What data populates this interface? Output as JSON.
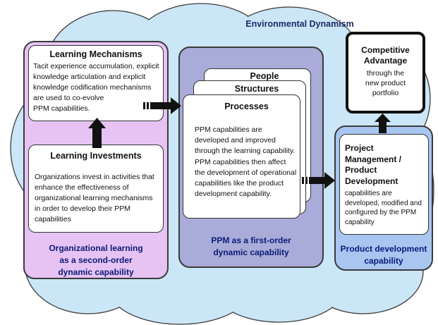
{
  "environment_label": "Environmental Dynamism",
  "learning_panel": {
    "mechanisms_title": "Learning Mechanisms",
    "mechanisms_text": "Tacit experience accumulation, explicit\nknowledge articulation and explicit\nknowledge codification mechanisms\nare used to co-evolve\nPPM capabilities.",
    "investments_title": "Learning Investments",
    "investments_text": "Organizations invest in activities that\nenhance the effectiveness of\norganizational learning mechanisms\nin order to develop their PPM\ncapabilities",
    "footer": "Organizational learning\nas a second-order\ndynamic capability"
  },
  "ppm_panel": {
    "people_title": "People",
    "structures_title": "Structures",
    "processes_title": "Processes",
    "processes_text": "PPM capabilities are\ndeveloped and improved\nthrough the learning capability.\nPPM capabilities then affect\nthe development of operational\ncapabilities like the product\ndevelopment capability.",
    "footer": "PPM as a first-order\ndynamic capability"
  },
  "pd_panel": {
    "title": "Project\nManagement /\nProduct\nDevelopment",
    "text": "capabilities are\ndeveloped, modified and\nconfigured by the PPM\ncapability",
    "footer": "Product development\ncapability"
  },
  "competitive_box": {
    "title": "Competitive\nAdvantage",
    "text": "through the\nnew product\nportfolio"
  },
  "colors": {
    "cloud": "#cbe6f6",
    "learning_panel": "#e6c3f3",
    "ppm_panel": "#a9abd8",
    "pd_panel": "#a8c6f0",
    "footer_text": "#0c1a78"
  }
}
